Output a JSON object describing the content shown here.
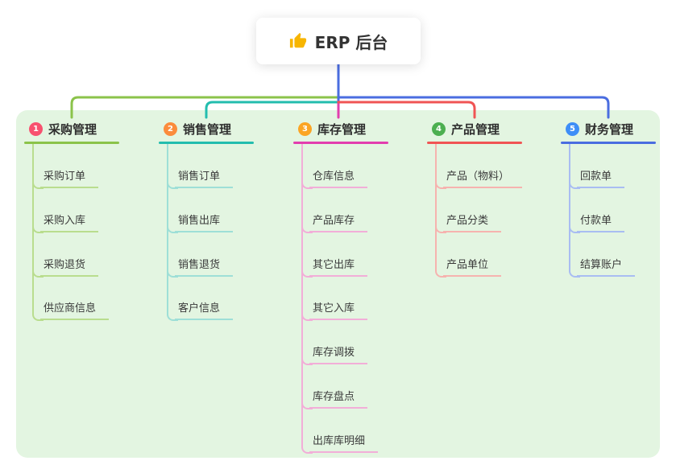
{
  "root": {
    "title": "ERP 后台",
    "icon": "thumbs-up-icon"
  },
  "colors": {
    "background": "#e3f5e1",
    "stem": "#4a6de0",
    "root_icon": "#f7b500"
  },
  "branches": [
    {
      "num": "1",
      "title": "采购管理",
      "color": "#8bc34a",
      "light": "#b9dd8e",
      "badge": "#f8516f",
      "children": [
        "采购订单",
        "采购入库",
        "采购退货",
        "供应商信息"
      ]
    },
    {
      "num": "2",
      "title": "销售管理",
      "color": "#23bdae",
      "light": "#9edfd7",
      "badge": "#fb8c3c",
      "children": [
        "销售订单",
        "销售出库",
        "销售退货",
        "客户信息"
      ]
    },
    {
      "num": "3",
      "title": "库存管理",
      "color": "#e23eae",
      "light": "#f2aed8",
      "badge": "#fba524",
      "children": [
        "仓库信息",
        "产品库存",
        "其它出库",
        "其它入库",
        "库存调拨",
        "库存盘点",
        "出库库明细"
      ]
    },
    {
      "num": "4",
      "title": "产品管理",
      "color": "#f05454",
      "light": "#f6b3af",
      "badge": "#4caf50",
      "children": [
        "产品（物料）",
        "产品分类",
        "产品单位"
      ]
    },
    {
      "num": "5",
      "title": "财务管理",
      "color": "#4a6de0",
      "light": "#a9bdf2",
      "badge": "#3e8ef7",
      "children": [
        "回款单",
        "付款单",
        "结算账户"
      ]
    }
  ]
}
